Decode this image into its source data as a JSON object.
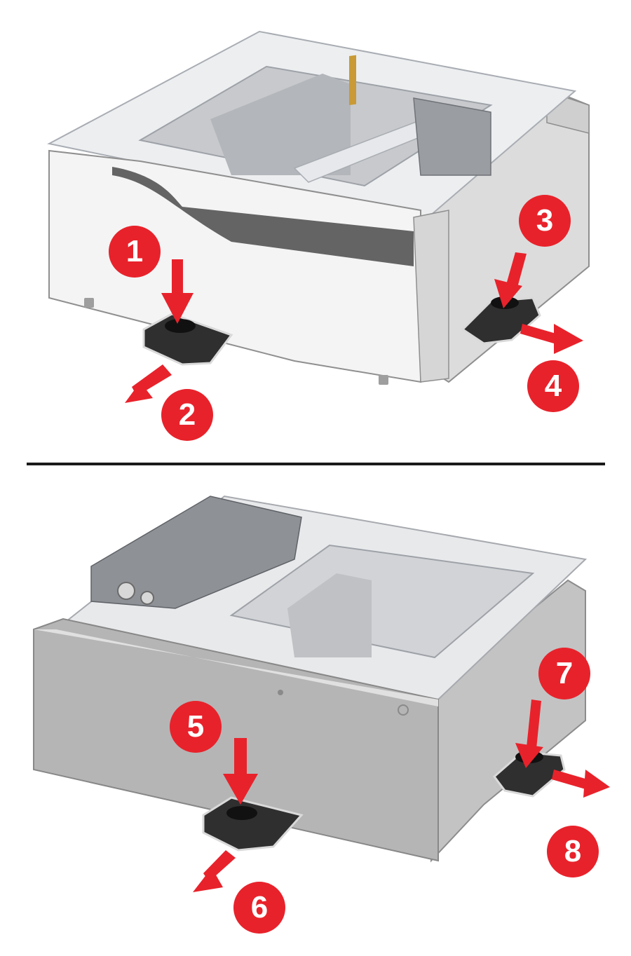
{
  "colors": {
    "accent_red": "#e8222b",
    "frame_metal": "#e6e8eb",
    "frame_edge": "#b9bcc1",
    "body_white": "#f2f2f2",
    "body_gray": "#bdbdbd",
    "foot_dark": "#2f2f2f",
    "divider": "#1a1a1a"
  },
  "panels": [
    {
      "steps": [
        {
          "num": "1",
          "action": "press-down"
        },
        {
          "num": "2",
          "action": "slide-out"
        },
        {
          "num": "3",
          "action": "press-down"
        },
        {
          "num": "4",
          "action": "slide-out"
        }
      ]
    },
    {
      "steps": [
        {
          "num": "5",
          "action": "press-down"
        },
        {
          "num": "6",
          "action": "slide-out"
        },
        {
          "num": "7",
          "action": "press-down"
        },
        {
          "num": "8",
          "action": "slide-out"
        }
      ]
    }
  ]
}
